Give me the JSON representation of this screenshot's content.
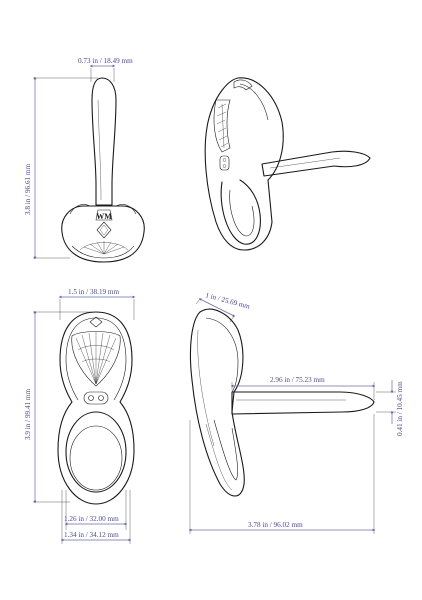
{
  "dimensions": {
    "front_top_width": "0.73 in / 18.49 mm",
    "front_height": "3.8 in / 96.61 mm",
    "back_width": "1.5 in / 38.19 mm",
    "back_height": "3.9 in / 99.41 mm",
    "back_inner_width": "1.26 in / 32.00 mm",
    "back_outer_width": "1.34 in / 34.12 mm",
    "side_top": "1 in / 25.69 mm",
    "side_arm_length": "2.96 in / 75.23 mm",
    "side_arm_thickness": "0.41 in / 10.45 mm",
    "side_total_length": "3.78 in / 96.02 mm"
  },
  "colors": {
    "dimension": "#6a6aa8",
    "outline": "#1a1a1a"
  },
  "views": [
    "front-view",
    "perspective-view",
    "back-view",
    "side-view"
  ]
}
